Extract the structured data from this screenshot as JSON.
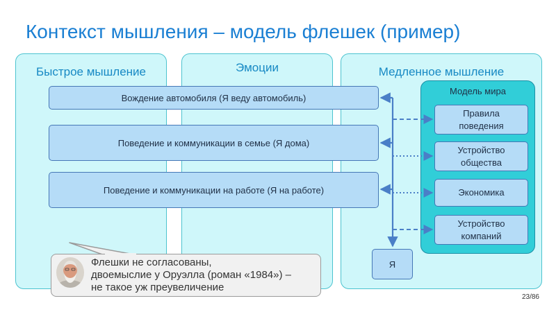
{
  "title": "Контекст мышления – модель флешек (пример)",
  "columns": {
    "fast": "Быстрое мышление",
    "emotions": "Эмоции",
    "slow": "Медленное мышление"
  },
  "bars": [
    "Вождение автомобиля (Я веду автомобиль)",
    "Поведение и коммуникации в семье (Я дома)",
    "Поведение и коммуникации на работе (Я на работе)"
  ],
  "world_model": {
    "title": "Модель мира",
    "items": [
      [
        "Правила",
        "поведения"
      ],
      [
        "Устройство",
        "общества"
      ],
      [
        "Экономика"
      ],
      [
        "Устройство",
        "компаний"
      ]
    ]
  },
  "self_box": "Я",
  "callout": {
    "lines": [
      "Флешки не согласованы,",
      "двоемыслие у Оруэлла (роман «1984») –",
      "не такое уж преувеличение"
    ]
  },
  "page_number": "23/86",
  "colors": {
    "title": "#1a7fd3",
    "column_fill": "#cff7fa",
    "column_border": "#4cc3cf",
    "bar_fill": "#b5dcf7",
    "bar_border": "#4577b6",
    "world_model_fill": "#31ced8",
    "connector": "#4a7fc7"
  }
}
